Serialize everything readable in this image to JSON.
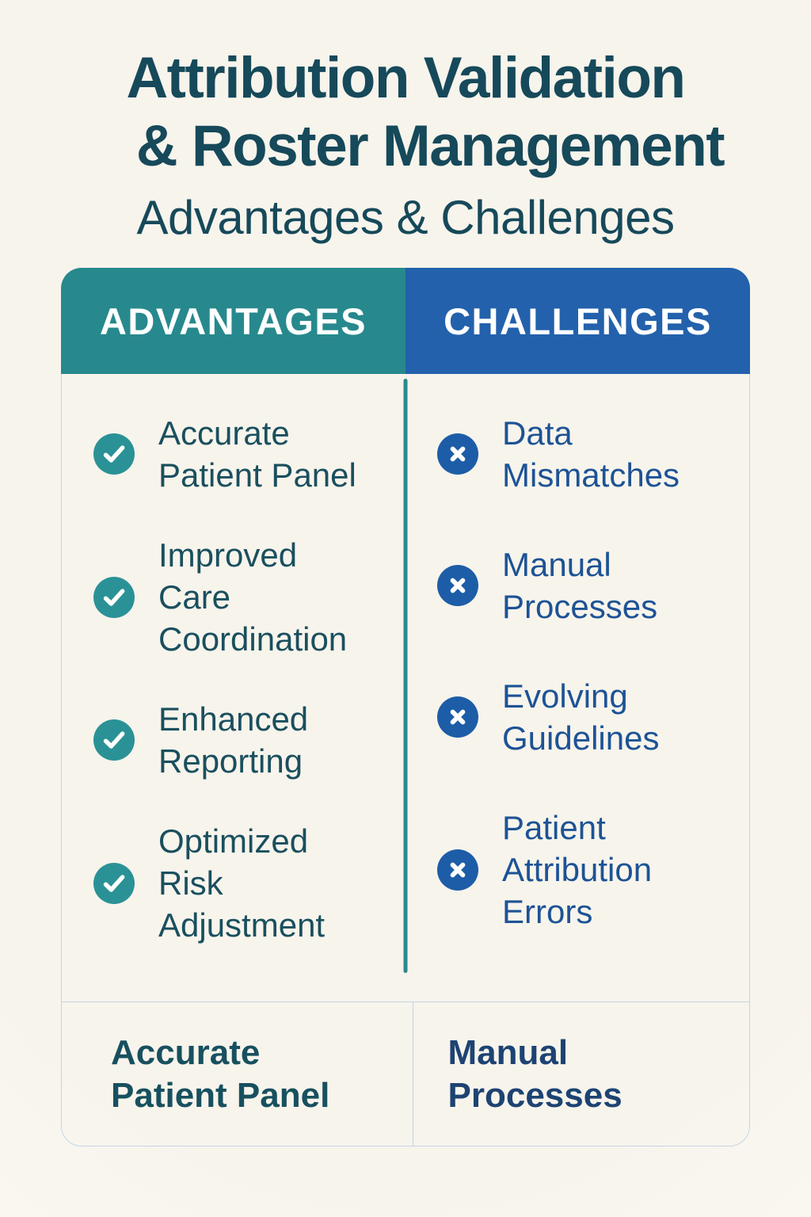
{
  "header": {
    "title_line1": "Attribution Validation",
    "title_line2": "& Roster Management",
    "subtitle": "Advantages & Challenges"
  },
  "table": {
    "advantages": {
      "header": "ADVANTAGES",
      "icon": "check-icon",
      "items": [
        "Accurate\nPatient Panel",
        "Improved\nCare\nCoordination",
        "Enhanced\nReporting",
        "Optimized\nRisk\nAdjustment"
      ],
      "footer": "Accurate\nPatient Panel"
    },
    "challenges": {
      "header": "CHALLENGES",
      "icon": "x-icon",
      "items": [
        "Data\nMismatches",
        "Manual\nProcesses",
        "Evolving\nGuidelines",
        "Patient\nAttribution\nErrors"
      ],
      "footer": "Manual\nProcesses"
    }
  },
  "colors": {
    "page-bg": "#f7f4ec",
    "title": "#16495a",
    "teal-header": "#27898d",
    "blue-header": "#2361ac",
    "header-text": "#ffffff",
    "advantage-text": "#1a4f5e",
    "challenge-text": "#1d5395",
    "check-circle": "#2a9296",
    "x-circle": "#1d5da7",
    "divider-teal": "#2a8a8e",
    "border-light": "#c3d5e6",
    "footer-advantage-text": "#17505f",
    "footer-challenge-text": "#1d4372"
  }
}
